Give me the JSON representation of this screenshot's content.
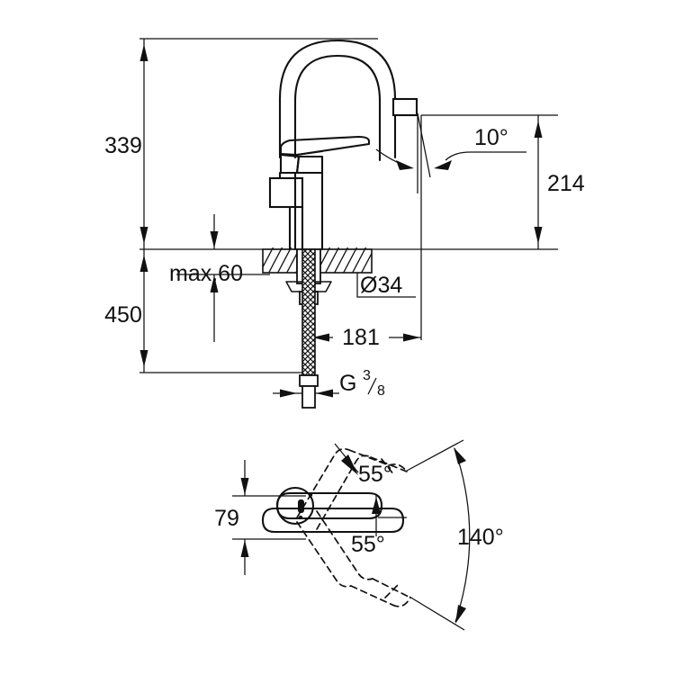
{
  "drawing": {
    "title": "Kitchen mixer tap dimension drawing",
    "units": "mm",
    "line_color": "#111111",
    "background_color": "#ffffff",
    "views": [
      {
        "name": "side-elevation",
        "label": ""
      },
      {
        "name": "top-plan",
        "label": ""
      }
    ]
  },
  "side_view": {
    "dimensions": {
      "overall_height": "339",
      "spout_height": "214",
      "supply_length": "450",
      "deck_thickness": "max.60",
      "mounting_hole_diameter": "Ø34",
      "spout_reach": "181",
      "connection_thread_g": "G",
      "connection_thread_numerator": "3",
      "connection_thread_denominator": "8",
      "aerator_angle": "10°"
    }
  },
  "top_view": {
    "dimensions": {
      "handle_width": "79",
      "swivel_left": "55°",
      "swivel_right": "55°",
      "swivel_total": "140°"
    }
  }
}
